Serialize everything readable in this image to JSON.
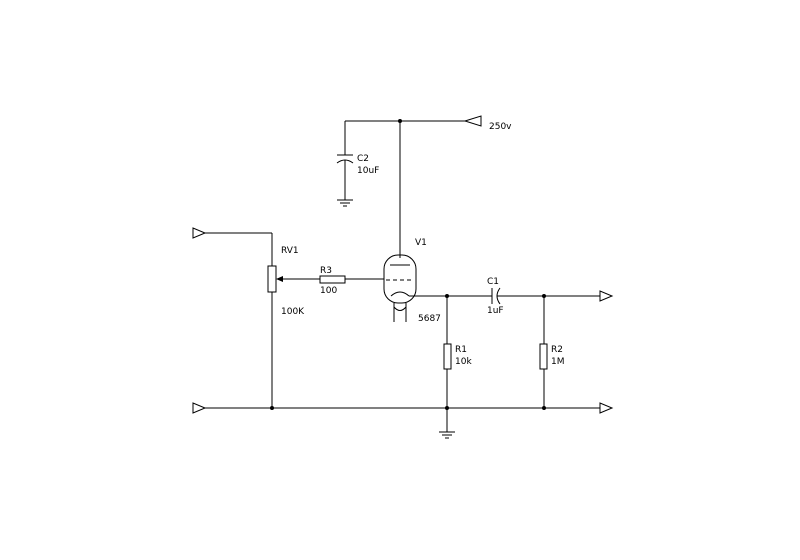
{
  "components": {
    "supply": {
      "label": "250v"
    },
    "c2": {
      "ref": "C2",
      "value": "10uF"
    },
    "v1": {
      "ref": "V1",
      "value": "5687"
    },
    "rv1": {
      "ref": "RV1",
      "value": "100K"
    },
    "r3": {
      "ref": "R3",
      "value": "100"
    },
    "c1": {
      "ref": "C1",
      "value": "1uF"
    },
    "r1": {
      "ref": "R1",
      "value": "10k"
    },
    "r2": {
      "ref": "R2",
      "value": "1M"
    }
  }
}
